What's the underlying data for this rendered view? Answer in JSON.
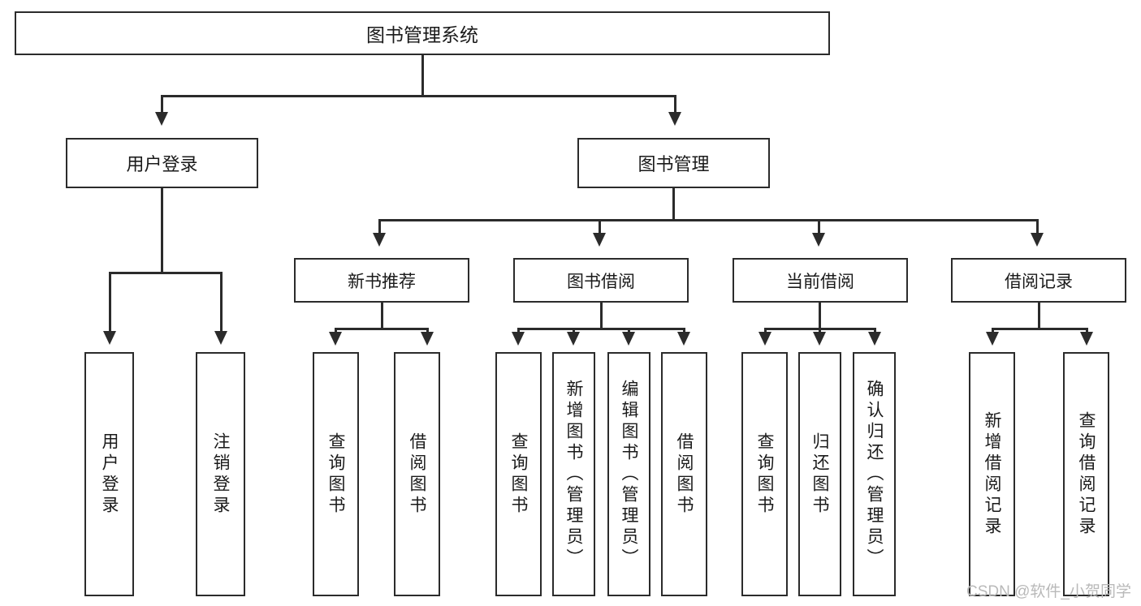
{
  "diagram": {
    "title": "图书管理系统",
    "type": "tree-hierarchy",
    "root": {
      "label": "图书管理系统"
    },
    "level1": [
      {
        "label": "用户登录"
      },
      {
        "label": "图书管理"
      }
    ],
    "level2": [
      {
        "label": "新书推荐",
        "parent": "图书管理"
      },
      {
        "label": "图书借阅",
        "parent": "图书管理"
      },
      {
        "label": "当前借阅",
        "parent": "图书管理"
      },
      {
        "label": "借阅记录",
        "parent": "图书管理"
      }
    ],
    "leaves": [
      {
        "label": "用户登录",
        "parent": "用户登录"
      },
      {
        "label": "注销登录",
        "parent": "用户登录"
      },
      {
        "label": "查询图书",
        "parent": "新书推荐"
      },
      {
        "label": "借阅图书",
        "parent": "新书推荐"
      },
      {
        "label": "查询图书",
        "parent": "图书借阅"
      },
      {
        "label": "新增图书（管理员）",
        "parent": "图书借阅"
      },
      {
        "label": "编辑图书（管理员）",
        "parent": "图书借阅"
      },
      {
        "label": "借阅图书",
        "parent": "图书借阅"
      },
      {
        "label": "查询图书",
        "parent": "当前借阅"
      },
      {
        "label": "归还图书",
        "parent": "当前借阅"
      },
      {
        "label": "确认归还（管理员）",
        "parent": "当前借阅"
      },
      {
        "label": "新增借阅记录",
        "parent": "借阅记录"
      },
      {
        "label": "查询借阅记录",
        "parent": "借阅记录"
      }
    ]
  },
  "watermark": {
    "text": "CSDN @软件_小贺同学"
  },
  "colors": {
    "stroke": "#2b2b2b",
    "background": "#ffffff",
    "text": "#1a1a1a",
    "watermark": "#b9b9b9"
  }
}
